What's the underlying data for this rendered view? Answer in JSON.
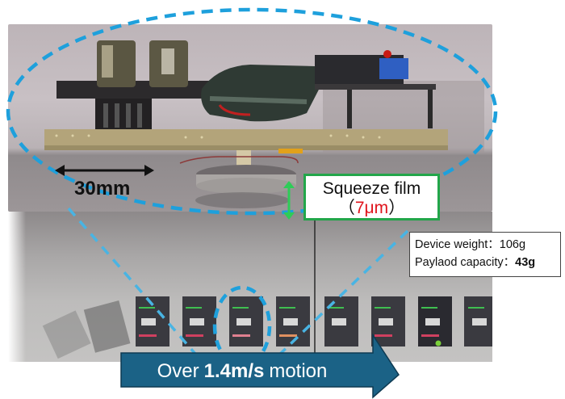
{
  "annotations": {
    "scale_bar": {
      "label": "30mm"
    },
    "squeeze_film": {
      "title": "Squeeze film",
      "value_open": "（",
      "value": "7μm",
      "value_close": "）",
      "value_color": "#e0141c",
      "border_color": "#22a64a"
    },
    "specs": [
      {
        "label": "Device weight",
        "separator": "：",
        "value": "106g",
        "bold": false
      },
      {
        "label": "Paylaod capacity",
        "separator": "：",
        "value": "43g",
        "bold": true
      }
    ],
    "motion_arrow": {
      "prefix": "Over ",
      "speed": "1.4m/s",
      "suffix": " motion",
      "fill": "#1b6286"
    }
  },
  "colors": {
    "dash_blue": "#1ea0dc",
    "green_arrow": "#2ecc57",
    "arrow_fill": "#1b6286"
  },
  "motion_strip": {
    "frame_count": 10
  }
}
